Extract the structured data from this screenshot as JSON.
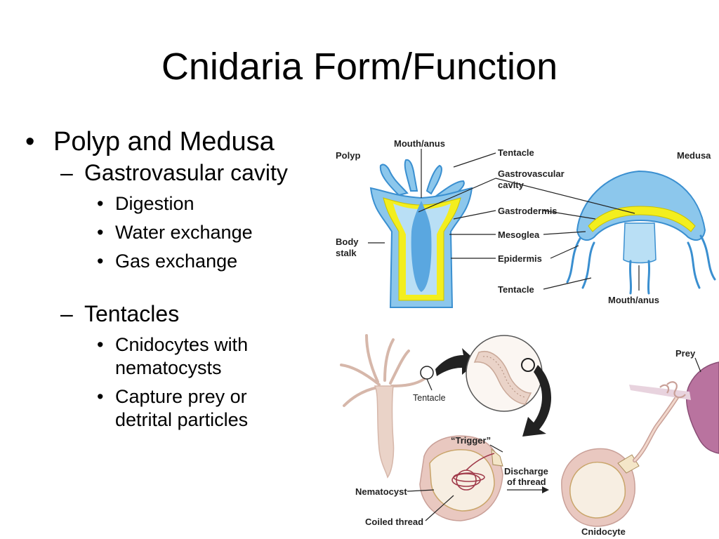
{
  "slide": {
    "title": "Cnidaria Form/Function",
    "bullets": {
      "polyp_medusa": "Polyp and Medusa",
      "gv_cavity": "Gastrovasular cavity",
      "digestion": "Digestion",
      "water": "Water exchange",
      "gas": "Gas exchange",
      "tentacles": "Tentacles",
      "cnido_1": "Cnidocytes with",
      "cnido_2": "nematocysts",
      "capture_1": "Capture prey or",
      "capture_2": "detrital particles"
    }
  },
  "glyphs": {
    "bullet": "•",
    "dash": "–"
  },
  "diagram_top": {
    "polyp": "Polyp",
    "medusa": "Medusa",
    "mouth_anus": "Mouth/anus",
    "tentacle": "Tentacle",
    "gv_1": "Gastrovascular",
    "gv_2": "cavity",
    "gastrodermis": "Gastrodermis",
    "mesoglea": "Mesoglea",
    "epidermis": "Epidermis",
    "tentacle_2": "Tentacle",
    "body_1": "Body",
    "body_2": "stalk",
    "mouth_anus_2": "Mouth/anus"
  },
  "diagram_bottom": {
    "tentacle": "Tentacle",
    "prey": "Prey",
    "trigger": "“Trigger”",
    "discharge_1": "Discharge",
    "discharge_2": "of thread",
    "nematocyst": "Nematocyst",
    "coiled": "Coiled thread",
    "cnidocyte": "Cnidocyte"
  },
  "colors": {
    "epidermis": "#8cc7ec",
    "epidermis_edge": "#3a8fd0",
    "mesoglea": "#f3ee1e",
    "gastro": "#b9dff5",
    "cavity": "#5aa7e0",
    "hydra": "#ead3c8",
    "prey": "#b9739f",
    "cell": "#e9c8c0"
  }
}
